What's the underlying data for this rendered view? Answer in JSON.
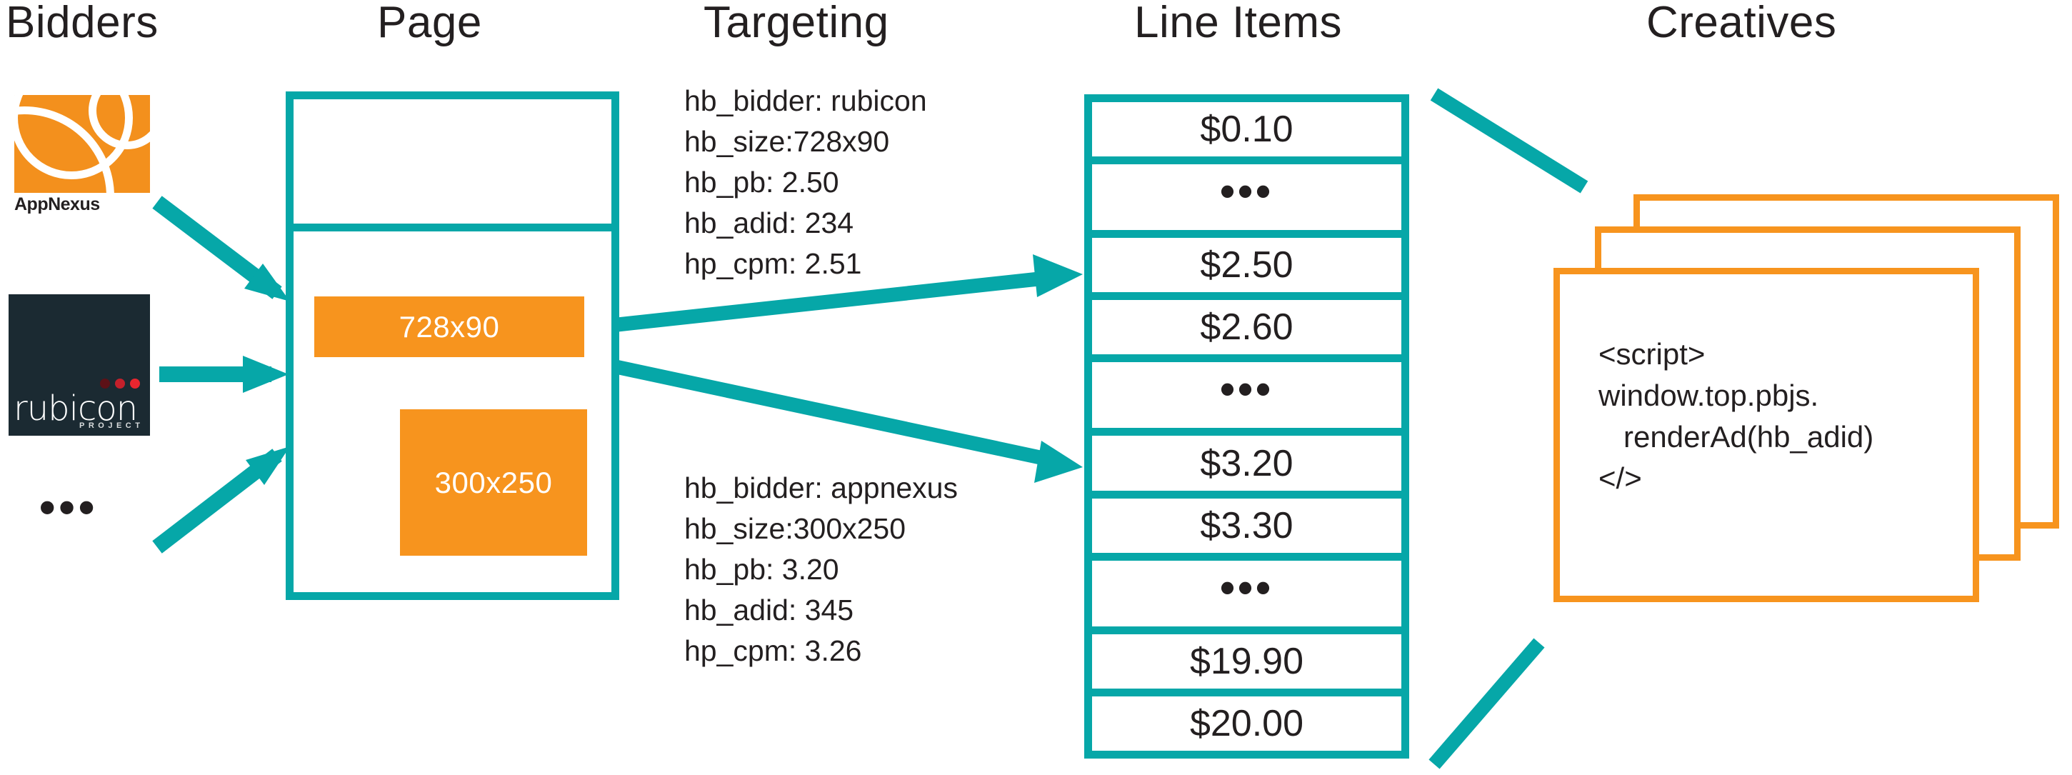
{
  "columns": {
    "bidders": "Bidders",
    "page": "Page",
    "targeting": "Targeting",
    "line_items": "Line Items",
    "creatives": "Creatives"
  },
  "colors": {
    "teal": "#06A7A8",
    "orange": "#F7941E",
    "appnexus_orange": "#F3901D",
    "rubicon_navy": "#1B2A32",
    "text": "#231f20",
    "white": "#FFFFFF"
  },
  "bidders": {
    "appnexus": {
      "name": "appnexus-logo",
      "label": "AppNexus"
    },
    "rubicon": {
      "name": "rubicon-project-logo",
      "wordmark": "rubicon",
      "sub": "PROJECT"
    },
    "more": "•••"
  },
  "page": {
    "slots": [
      {
        "label": "728x90"
      },
      {
        "label": "300x250"
      }
    ]
  },
  "targeting": {
    "blocks": [
      {
        "id": "targeting-rubicon",
        "text": "hb_bidder: rubicon\nhb_size:728x90\nhb_pb: 2.50\nhb_adid: 234\nhp_cpm: 2.51",
        "fields": {
          "hb_bidder": "rubicon",
          "hb_size": "728x90",
          "hb_pb": "2.50",
          "hb_adid": "234",
          "hp_cpm": "2.51"
        }
      },
      {
        "id": "targeting-appnexus",
        "text": "hb_bidder: appnexus\nhb_size:300x250\nhb_pb: 3.20\nhb_adid: 345\nhp_cpm: 3.26",
        "fields": {
          "hb_bidder": "appnexus",
          "hb_size": "300x250",
          "hb_pb": "3.20",
          "hb_adid": "345",
          "hp_cpm": "3.26"
        }
      }
    ]
  },
  "line_items": {
    "rows": [
      {
        "label": "$0.10",
        "kind": "price"
      },
      {
        "label": "•••",
        "kind": "ellipsis"
      },
      {
        "label": "$2.50",
        "kind": "price"
      },
      {
        "label": "$2.60",
        "kind": "price"
      },
      {
        "label": "•••",
        "kind": "ellipsis"
      },
      {
        "label": "$3.20",
        "kind": "price"
      },
      {
        "label": "$3.30",
        "kind": "price"
      },
      {
        "label": "•••",
        "kind": "ellipsis"
      },
      {
        "label": "$19.90",
        "kind": "price"
      },
      {
        "label": "$20.00",
        "kind": "price"
      }
    ]
  },
  "creatives": {
    "card_count": 3,
    "code": "<script>\nwindow.top.pbjs.\n   renderAd(hb_adid)\n</​>"
  }
}
